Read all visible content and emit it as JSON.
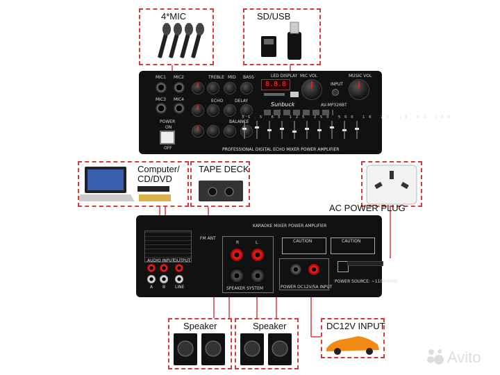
{
  "labels": {
    "mic": "4*MIC",
    "sd_usb": "SD/USB",
    "computer": "Computer/",
    "cd_dvd": "CD/DVD",
    "tape_deck": "TAPE DECK",
    "ac_power_plug": "AC POWER PLUG",
    "speaker_left": "Speaker",
    "speaker_right": "Speaker",
    "dc12v_input": "DC12V INPUT",
    "watermark": "Avito"
  },
  "front_panel": {
    "brand": "Sunbuck",
    "model": "AV-MP326BT",
    "bottom_text": "PROFESSIONAL DIGITAL ECHO MIXER POWER AMPLIFIER",
    "mic1": "MIC1",
    "mic2": "MIC2",
    "mic3": "MIC3",
    "mic4": "MIC4",
    "power": "POWER",
    "on": "ON",
    "off": "OFF",
    "mic_vol": "MIC VOL",
    "music_vol": "MUSIC VOL",
    "input": "INPUT",
    "treble": "TREBLE",
    "mid": "MID",
    "bass": "BASS",
    "echo": "ECHO",
    "delay": "DELAY",
    "balance": "BALANCE",
    "led_display": "LED DISPLAY",
    "eq_bands": [
      "31.5",
      "63",
      "125",
      "250",
      "500",
      "1K",
      "2K",
      "4K",
      "8K",
      "16K"
    ]
  },
  "rear_panel": {
    "top_text": "KARAOKE MIXER POWER AMPLIFIER",
    "fm_ant": "FM ANT",
    "audio_input": "AUDIO INPUT",
    "output": "OUTPUT",
    "line": "LINE",
    "a": "A",
    "b": "B",
    "r": "R",
    "l": "L",
    "speaker_system": "SPEAKER SYSTEM",
    "power_dc": "POWER DC12V/5A INPUT",
    "caution": "CAUTION",
    "power_source": "POWER SOURCE: ~110V/60Hz"
  },
  "colors": {
    "dashed_border": "#d83a3a",
    "wire": "#d83a3a",
    "amp_body": "#111111",
    "knob_accent": "#e02020"
  }
}
